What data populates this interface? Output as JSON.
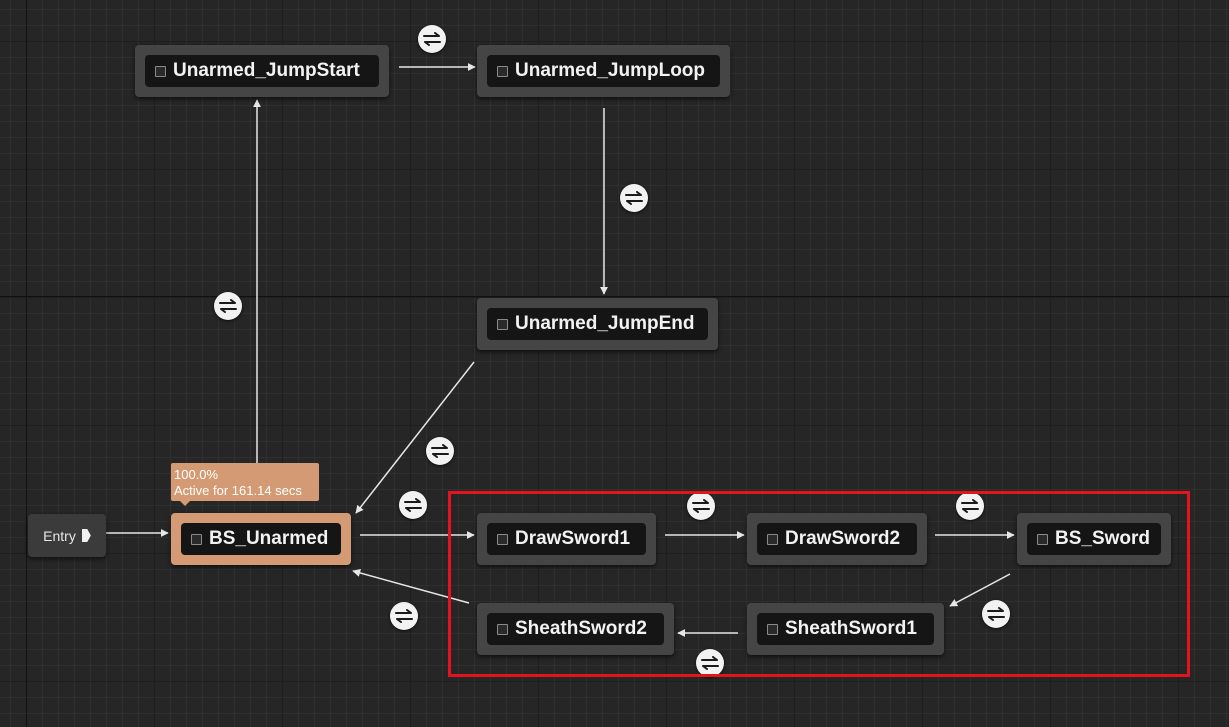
{
  "graph": {
    "entry": {
      "label": "Entry"
    },
    "active_tooltip": {
      "percent": "100.0%",
      "status": "Active for 161.14 secs"
    },
    "states": {
      "jump_start": "Unarmed_JumpStart",
      "jump_loop": "Unarmed_JumpLoop",
      "jump_end": "Unarmed_JumpEnd",
      "bs_unarmed": "BS_Unarmed",
      "draw_sword1": "DrawSword1",
      "draw_sword2": "DrawSword2",
      "bs_sword": "BS_Sword",
      "sheath_sword1": "SheathSword1",
      "sheath_sword2": "SheathSword2"
    },
    "transition_icon": "transition-rule-icon",
    "colors": {
      "active_state": "#d49a73",
      "state_body": "#454545",
      "wire": "#e6e6e6",
      "highlight": "#e2141e"
    }
  }
}
